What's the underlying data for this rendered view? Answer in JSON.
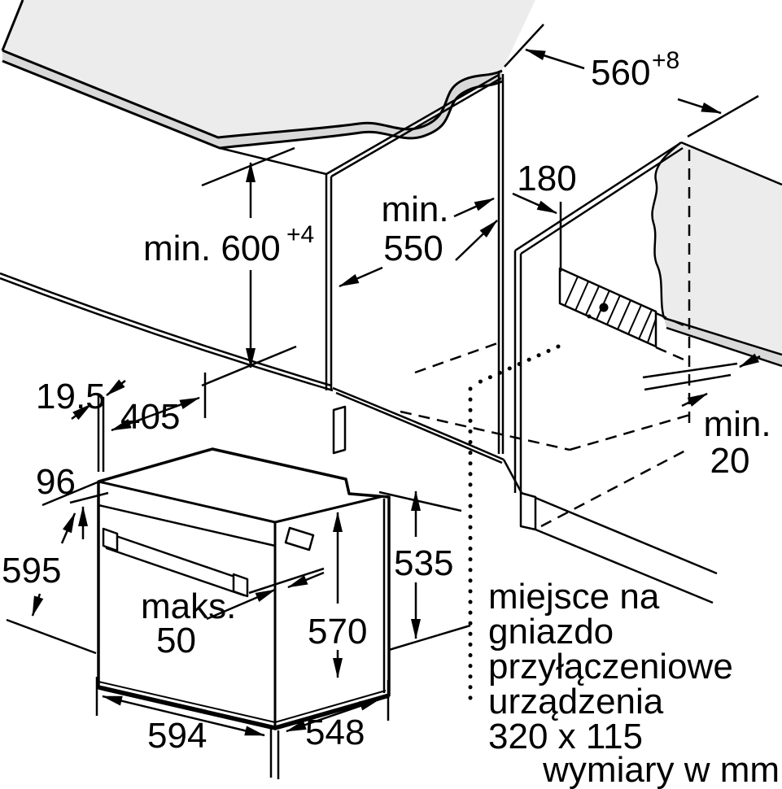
{
  "diagram_type": "oven-installation-drawing",
  "dimensions": {
    "niche_width": {
      "value": "560",
      "tolerance": "+8"
    },
    "cabinet_height": {
      "value": "min. 600",
      "tolerance": "+4"
    },
    "niche_depth": {
      "line1": "min.",
      "line2": "550"
    },
    "socket_offset": "180",
    "rear_gap": {
      "line1": "min.",
      "line2": "20"
    },
    "door_overhang": "19,5",
    "top_inset": "405",
    "panel_height": "96",
    "front_height": "595",
    "handle_depth": {
      "line1": "maks.",
      "line2": "50"
    },
    "body_height": "570",
    "rear_height": "535",
    "width": "594",
    "depth": "548"
  },
  "annotation": {
    "lines": [
      "miejsce na",
      "gniazdo",
      "przyłączeniowe",
      "urządzenia",
      "320 x 115"
    ]
  },
  "units_note": "wymiary w mm",
  "colors": {
    "line": "#000000",
    "surface": "#ececec",
    "edge_band": "#d9d9d9",
    "background": "#ffffff"
  }
}
